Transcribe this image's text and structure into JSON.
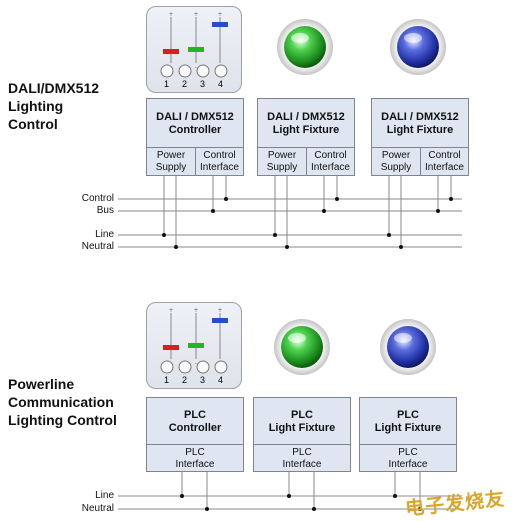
{
  "sections": [
    {
      "title": [
        "DALI/DMX512",
        "Lighting",
        "Control"
      ],
      "controller": {
        "name": [
          "DALI / DMX512",
          "Controller"
        ],
        "ports": [
          [
            "Power",
            "Supply"
          ],
          [
            "Control",
            "Interface"
          ]
        ]
      },
      "fixtures": [
        {
          "name": [
            "DALI / DMX512",
            "Light Fixture"
          ],
          "ports": [
            [
              "Power",
              "Supply"
            ],
            [
              "Control",
              "Interface"
            ]
          ],
          "light_color": "green"
        },
        {
          "name": [
            "DALI / DMX512",
            "Light Fixture"
          ],
          "ports": [
            [
              "Power",
              "Supply"
            ],
            [
              "Control",
              "Interface"
            ]
          ],
          "light_color": "blue"
        }
      ],
      "buses": [
        "Control",
        "Bus",
        "Line",
        "Neutral"
      ],
      "channels": [
        "1",
        "2",
        "3",
        "4"
      ]
    },
    {
      "title": [
        "Powerline",
        "Communication",
        "Lighting Control"
      ],
      "controller": {
        "name": [
          "PLC",
          "Controller"
        ],
        "ports": [
          [
            "PLC",
            "Interface"
          ]
        ]
      },
      "fixtures": [
        {
          "name": [
            "PLC",
            "Light Fixture"
          ],
          "ports": [
            [
              "PLC",
              "Interface"
            ]
          ],
          "light_color": "green"
        },
        {
          "name": [
            "PLC",
            "Light Fixture"
          ],
          "ports": [
            [
              "PLC",
              "Interface"
            ]
          ],
          "light_color": "blue"
        }
      ],
      "buses": [
        "Line",
        "Neutral"
      ],
      "channels": [
        "1",
        "2",
        "3",
        "4"
      ]
    }
  ],
  "slider_colors": [
    "#d42020",
    "#22b622",
    "#2050c8"
  ],
  "colors": {
    "box_fill": "#dfe6f1",
    "box_border": "#7d8591",
    "wire": "#8a8a8a"
  },
  "watermark": "电子发烧友"
}
